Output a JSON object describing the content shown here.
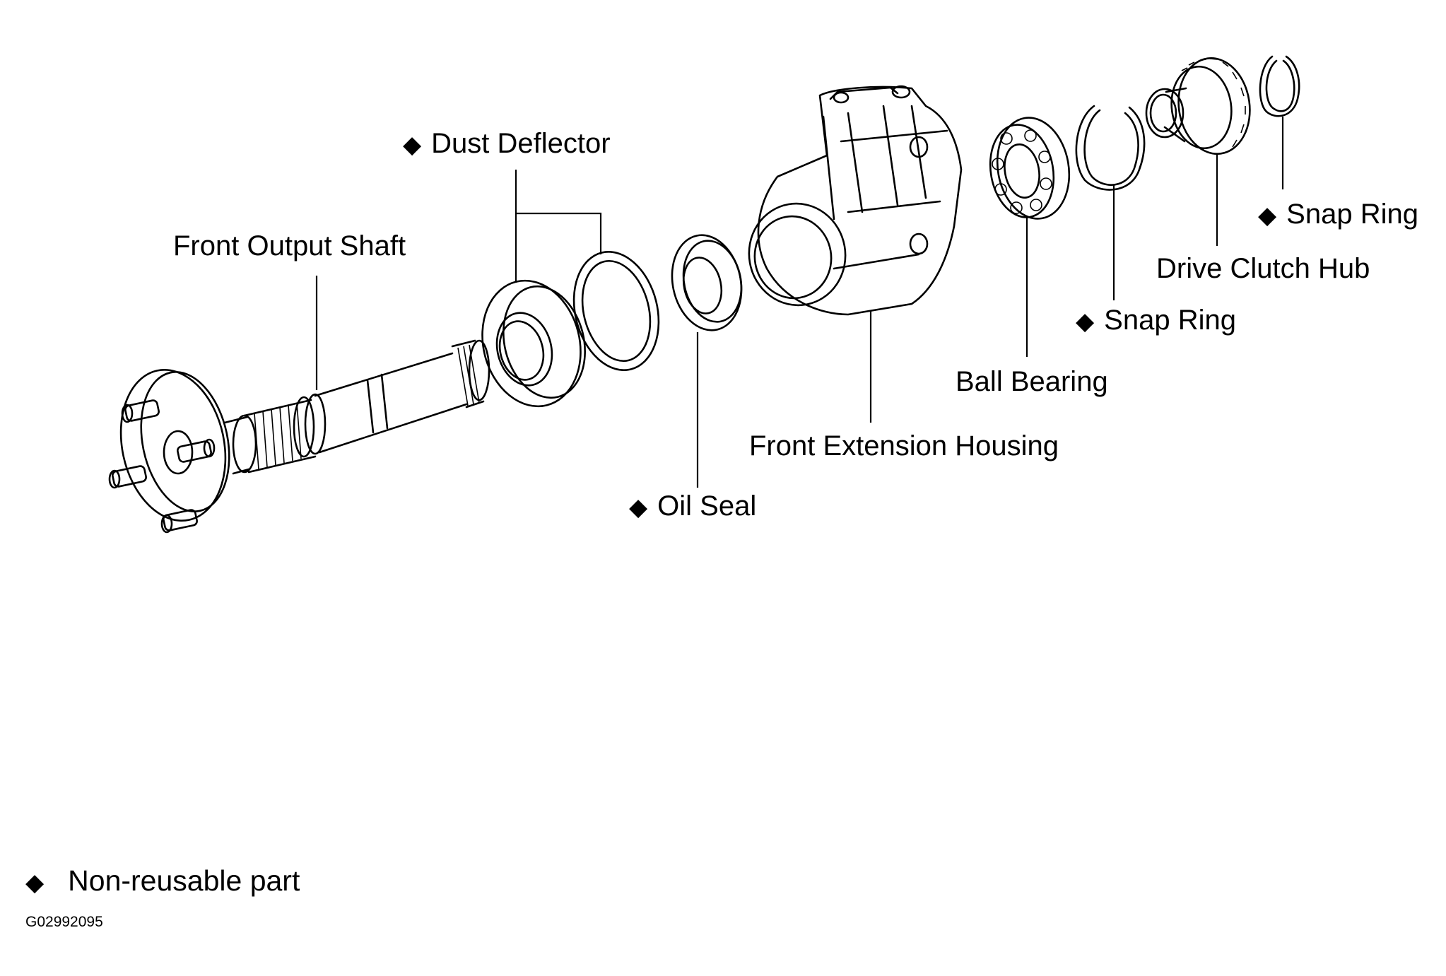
{
  "marker_glyph": "◆",
  "labels": {
    "front_output_shaft": "Front Output Shaft",
    "dust_deflector": "Dust Deflector",
    "oil_seal": "Oil Seal",
    "front_extension_housing": "Front Extension Housing",
    "ball_bearing": "Ball Bearing",
    "snap_ring_1": "Snap Ring",
    "drive_clutch_hub": "Drive Clutch Hub",
    "snap_ring_2": "Snap Ring"
  },
  "legend": {
    "text": "Non-reusable part"
  },
  "figure_code": "G02992095"
}
